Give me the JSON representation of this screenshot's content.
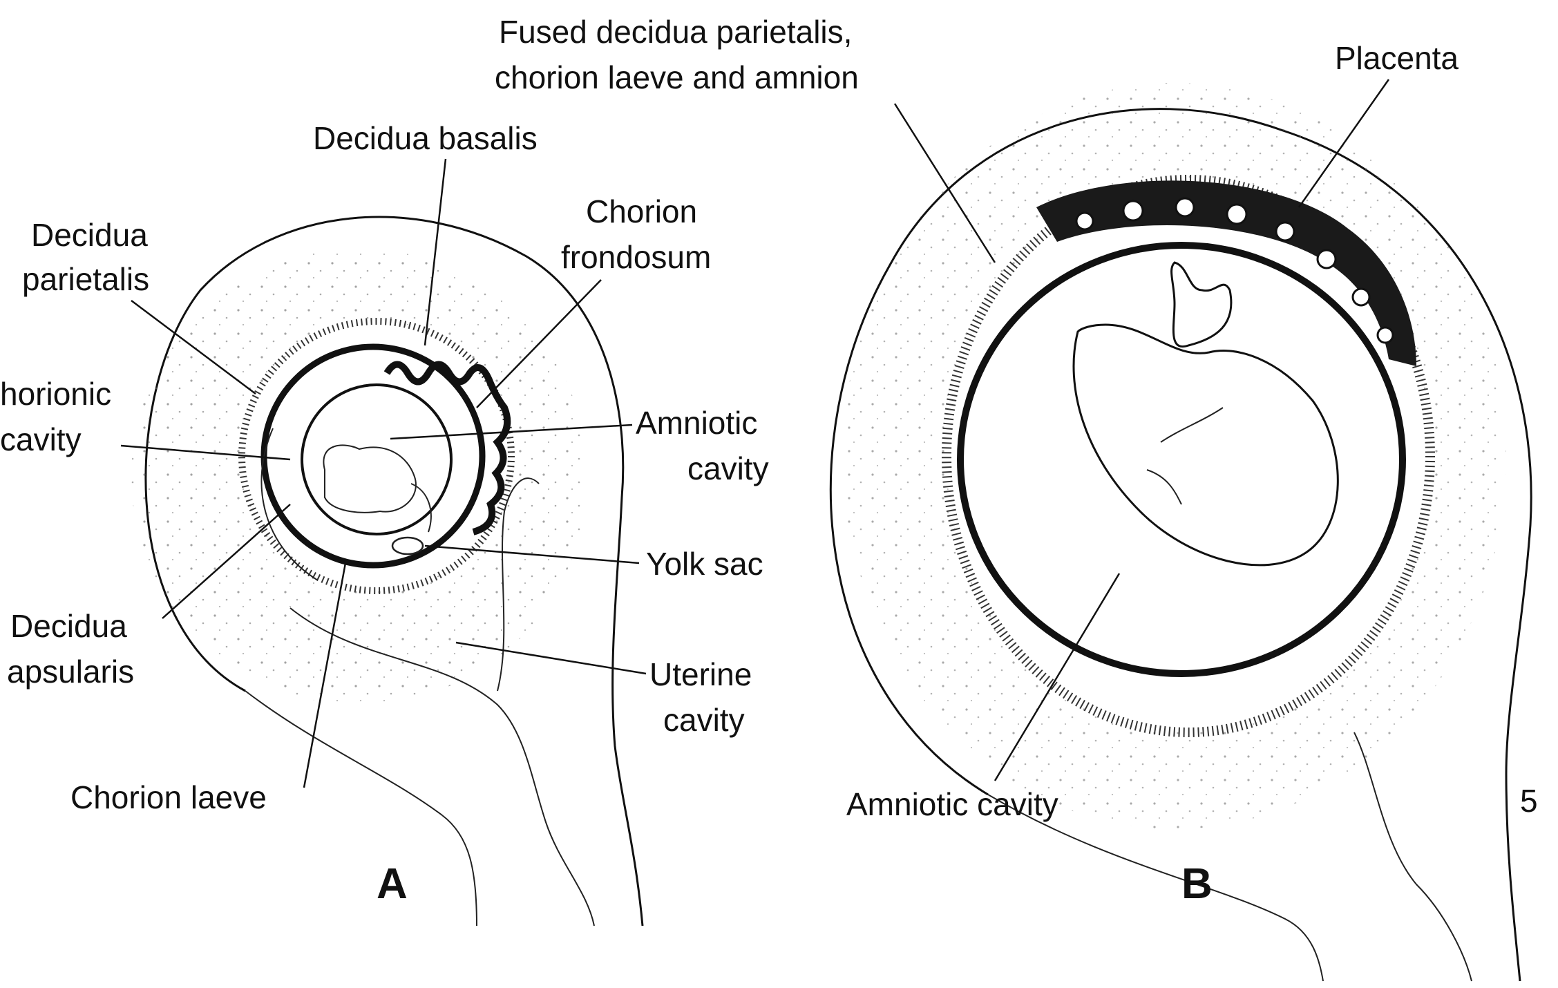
{
  "panel_a": {
    "letter": "A",
    "labels": {
      "decidua_basalis": "Decidua basalis",
      "chorion_frondosum": [
        "Chorion",
        "frondosum"
      ],
      "decidua_parietalis": [
        "Decidua",
        "parietalis"
      ],
      "chorionic_cavity": [
        "horionic",
        "cavity"
      ],
      "amniotic_cavity": [
        "Amniotic",
        "cavity"
      ],
      "yolk_sac": "Yolk sac",
      "decidua_capsularis": [
        "Decidua",
        "apsularis"
      ],
      "uterine_cavity": [
        "Uterine",
        "cavity"
      ],
      "chorion_laeve": "Chorion laeve"
    }
  },
  "panel_b": {
    "letter": "B",
    "labels": {
      "fused_membranes": [
        "Fused decidua parietalis,",
        "chorion laeve and amnion"
      ],
      "placenta": "Placenta",
      "amniotic_cavity": "Amniotic cavity"
    },
    "corner_mark": "5"
  },
  "colors": {
    "ink": "#111111",
    "paper": "#ffffff"
  }
}
